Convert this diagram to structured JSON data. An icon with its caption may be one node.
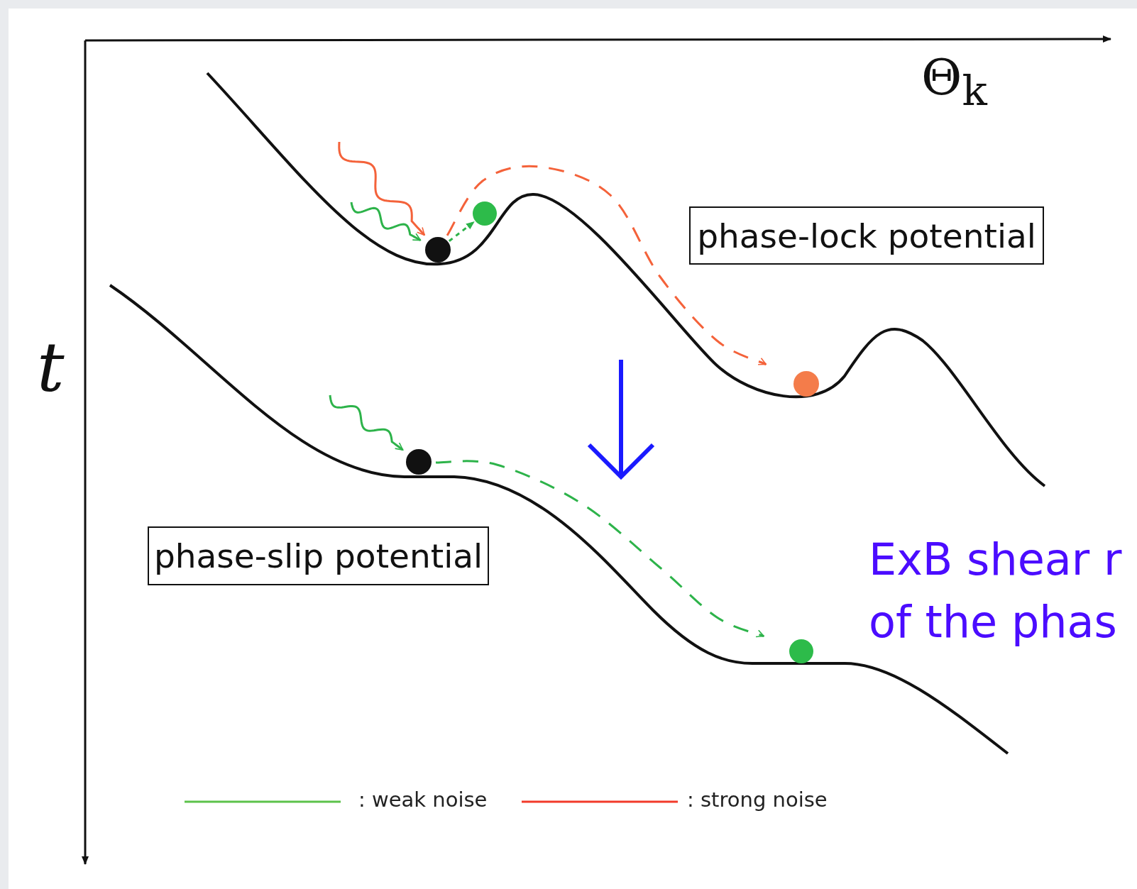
{
  "diagram": {
    "nodes": [
      {
        "text": [
          "phase-lock potential"
        ]
      },
      {
        "text": [
          "phase-slip potential"
        ]
      },
      {
        "text": [],
        "shape": "circle"
      },
      {
        "text": [],
        "shape": "circle"
      },
      {
        "text": [],
        "shape": "circle"
      },
      {
        "text": [],
        "shape": "circle"
      },
      {
        "text": [],
        "shape": "circle"
      }
    ],
    "edges": [
      {
        "from": null,
        "to": 2,
        "arrow": "to",
        "color": "#f4623a"
      },
      {
        "from": null,
        "to": 2,
        "arrow": "to"
      },
      {
        "from": 2,
        "to": 3,
        "arrow": "to",
        "style": "dashed"
      },
      {
        "from": 2,
        "to": 4,
        "arrow": "to",
        "style": "dashed",
        "color": "#f4623a"
      },
      {
        "from": null,
        "to": 5,
        "arrow": "to"
      },
      {
        "from": 5,
        "to": 6,
        "arrow": "to",
        "style": "dashed"
      }
    ],
    "labels": [
      "Θ$_{k}$",
      "t",
      "ExB shear r of the phas"
    ],
    "legend": [
      {
        "text": ": weak noise"
      },
      {
        "text": ": strong noise"
      }
    ]
  }
}
